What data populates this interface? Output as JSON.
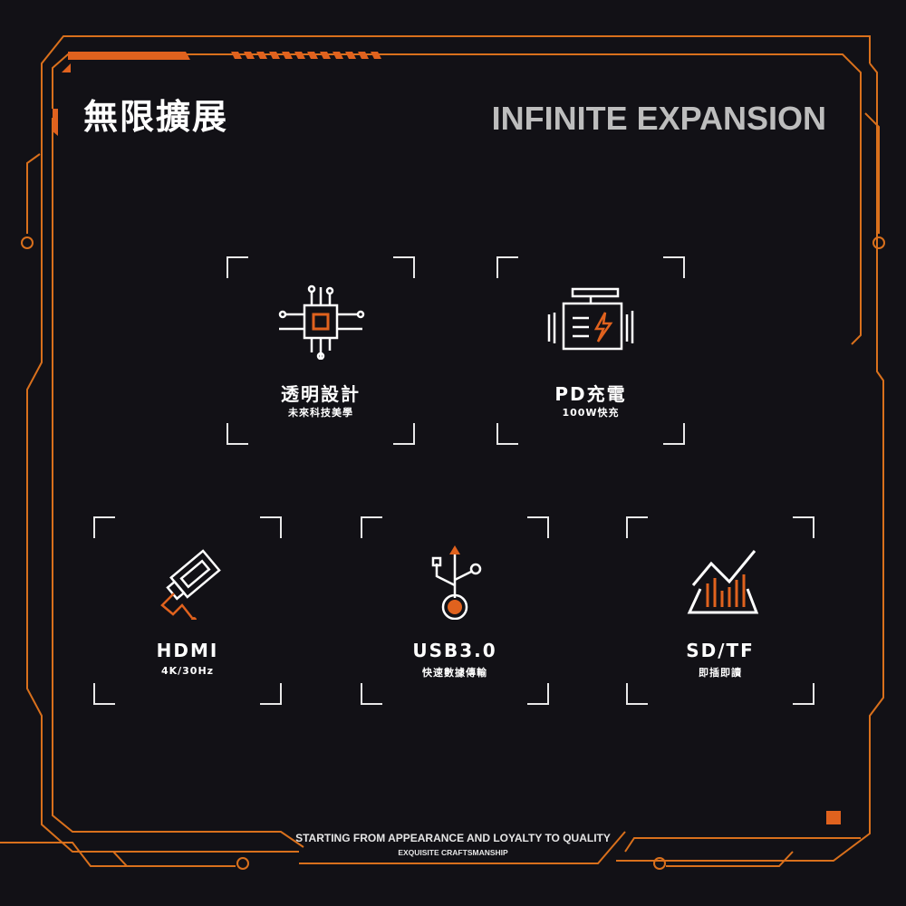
{
  "header": {
    "title_cn": "無限擴展",
    "title_en": "INFINITE EXPANSION"
  },
  "features": [
    {
      "title": "透明設計",
      "subtitle": "未來科技美學",
      "icon": "chip-icon"
    },
    {
      "title": "PD充電",
      "subtitle": "100W快充",
      "icon": "engine-charge-icon"
    },
    {
      "title": "HDMI",
      "subtitle": "4K/30Hz",
      "icon": "hdmi-cable-icon"
    },
    {
      "title": "USB3.0",
      "subtitle": "快速數據傳輸",
      "icon": "usb-icon"
    },
    {
      "title": "SD/TF",
      "subtitle": "即插即讀",
      "icon": "chart-card-icon"
    }
  ],
  "footer": {
    "line1": "STARTING FROM APPEARANCE AND LOYALTY TO QUALITY",
    "line2": "EXQUISITE CRAFTSMANSHIP"
  },
  "colors": {
    "accent": "#e0621e",
    "gold": "#d98a1e",
    "background": "#121116"
  }
}
